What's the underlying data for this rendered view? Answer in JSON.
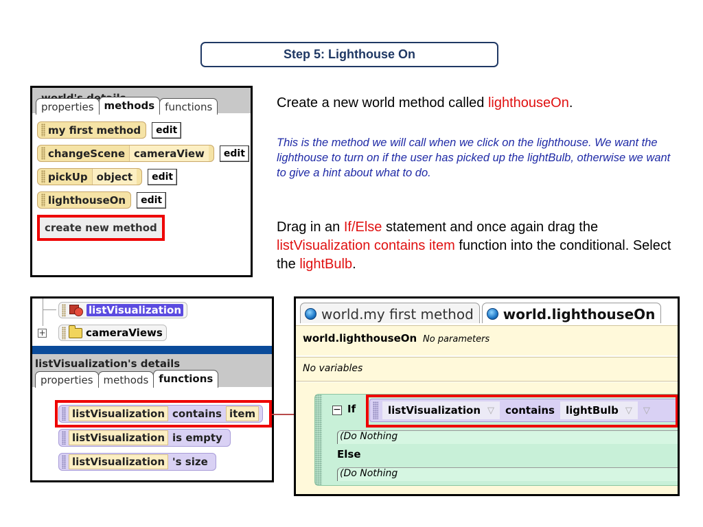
{
  "slide": {
    "title": "Step 5: Lighthouse On"
  },
  "world_panel": {
    "header": "world's details",
    "tabs": [
      "properties",
      "methods",
      "functions"
    ],
    "methods": [
      {
        "name": "my first method",
        "param": "",
        "edit": "edit"
      },
      {
        "name": "changeScene",
        "param": "cameraView",
        "edit": "edit"
      },
      {
        "name": "pickUp",
        "param": "object",
        "edit": "edit"
      },
      {
        "name": "lighthouseOn",
        "param": "",
        "edit": "edit"
      }
    ],
    "create_button": "create new method"
  },
  "instructions": {
    "line1_pre": "Create a new world method called ",
    "line1_highlight": "lighthouseOn",
    "line1_post": ".",
    "note": "This is the method we will call when we click on the lighthouse. We want the lighthouse to turn on if the user has picked up the lightBulb, otherwise we want to give a hint about what to do.",
    "para_1": "Drag in an ",
    "para_hl1": "If/Else",
    "para_2": " statement and once again drag the ",
    "para_hl2": "listVisualization contains item",
    "para_3": " function into the conditional. Select the ",
    "para_hl3": "lightBulb",
    "para_4": "."
  },
  "lv_panel": {
    "tree": [
      {
        "label": "listVisualization",
        "icon": "object-icon"
      },
      {
        "label": "cameraViews",
        "icon": "folder-icon"
      }
    ],
    "expand_glyph": "+",
    "header": "listVisualization's details",
    "tabs": [
      "properties",
      "methods",
      "functions"
    ],
    "functions": [
      {
        "object": "listVisualization",
        "text": "contains",
        "arg": "item"
      },
      {
        "object": "listVisualization",
        "text": "is empty",
        "arg": ""
      },
      {
        "object": "listVisualization",
        "text": "'s size",
        "arg": ""
      }
    ]
  },
  "editor": {
    "tabs": [
      "world.my first method",
      "world.lighthouseOn"
    ],
    "method_name": "world.lighthouseOn",
    "params_text": "No parameters",
    "variables_text": "No variables",
    "if_label": "If",
    "collapse_glyph": "−",
    "condition": {
      "object": "listVisualization",
      "op": "contains",
      "value": "lightBulb",
      "arrow": "▽"
    },
    "do_nothing": "(Do Nothing",
    "else_label": "Else"
  },
  "colors": {
    "highlight_red": "#e01010",
    "note_blue": "#1f2aa6",
    "title_navy": "#1f3864"
  }
}
